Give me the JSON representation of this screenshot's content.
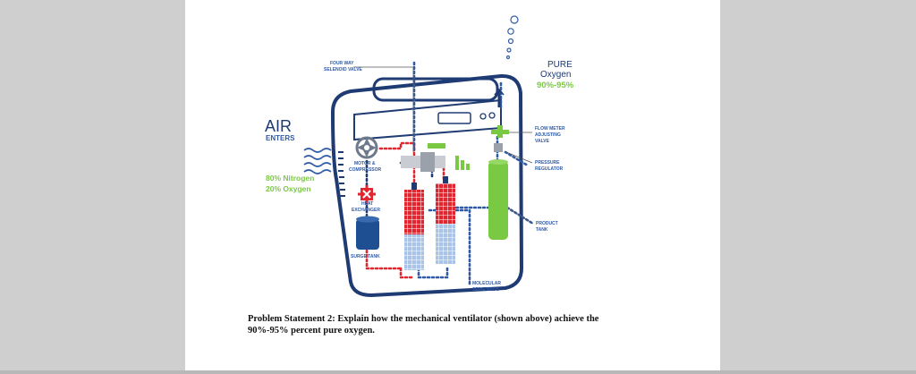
{
  "labels": {
    "air_title": "AIR",
    "air_sub": "ENTERS",
    "nitrogen": "80% Nitrogen",
    "oxygen_in": "20% Oxygen",
    "pure": "PURE",
    "oxygen_out": "Oxygen",
    "purity": "90%-95%",
    "four_way_1": "FOUR WAY",
    "four_way_2": "SELENOID VALVE",
    "motor_1": "MOTOR &",
    "motor_2": "COMPRESSOR",
    "heat_1": "HEAT",
    "heat_2": "EXCHANGER",
    "surge": "SURGE TANK",
    "flow_1": "FLOW METER",
    "flow_2": "ADJUSTING",
    "flow_3": "VALVE",
    "pressure_1": "PRESSURE",
    "pressure_2": "REGULATOR",
    "product_1": "PRODUCT",
    "product_2": "TANK",
    "sieve_1": "MOLECULAR",
    "sieve_2": "SEIVE BEDS"
  },
  "statement": {
    "line1": "Problem Statement 2:  Explain how the mechanical ventilator (shown above) achieve the",
    "line2": "90%-95% percent pure oxygen."
  },
  "colors": {
    "navy": "#1f3b73",
    "blue_label": "#2f5aa6",
    "green": "#7ac943",
    "red": "#e0262f",
    "light_blue": "#a9c4e6"
  }
}
